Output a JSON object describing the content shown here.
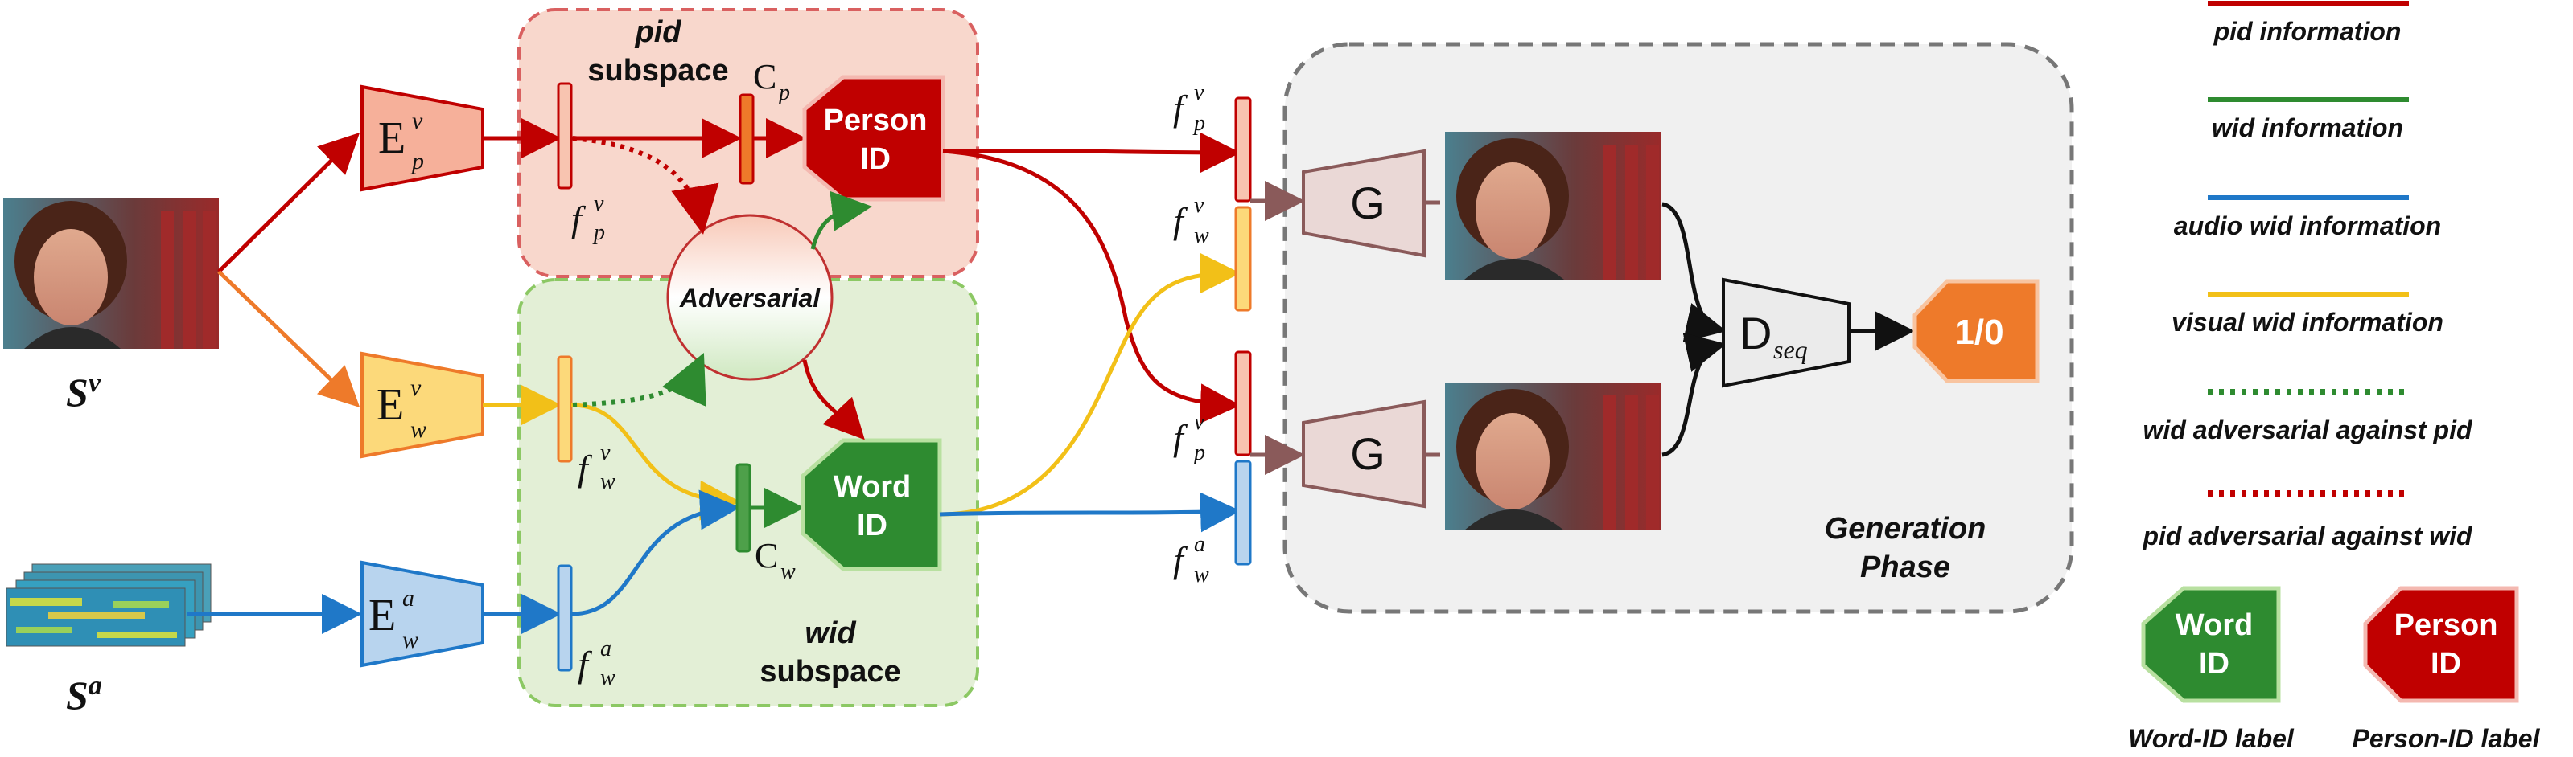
{
  "inputs": {
    "visual_label": "S",
    "visual_sup": "v",
    "audio_label": "S",
    "audio_sup": "a"
  },
  "encoders": {
    "pid_encoder": {
      "main": "E",
      "sup": "v",
      "sub": "p"
    },
    "wid_visual_encoder": {
      "main": "E",
      "sup": "v",
      "sub": "w"
    },
    "wid_audio_encoder": {
      "main": "E",
      "sup": "a",
      "sub": "w"
    }
  },
  "features": {
    "f_p_v": {
      "main": "f",
      "sup": "v",
      "sub": "p"
    },
    "f_w_v": {
      "main": "f",
      "sup": "v",
      "sub": "w"
    },
    "f_w_a": {
      "main": "f",
      "sup": "a",
      "sub": "w"
    }
  },
  "classifiers": {
    "c_p": {
      "main": "C",
      "sub": "p"
    },
    "c_w": {
      "main": "C",
      "sub": "w"
    }
  },
  "subspaces": {
    "pid": {
      "line1": "pid",
      "line2": "subspace"
    },
    "wid": {
      "line1": "wid",
      "line2": "subspace"
    }
  },
  "adversarial_label": "Adversarial",
  "id_boxes": {
    "person": {
      "line1": "Person",
      "line2": "ID"
    },
    "word": {
      "line1": "Word",
      "line2": "ID"
    }
  },
  "generation": {
    "generator": "G",
    "discriminator_main": "D",
    "discriminator_sub": "seq",
    "output": "1/0",
    "phase_line1": "Generation",
    "phase_line2": "Phase"
  },
  "legend": {
    "items": [
      {
        "label": "pid information",
        "color": "#c00000",
        "style": "solid"
      },
      {
        "label": "wid information",
        "color": "#2e8b30",
        "style": "solid"
      },
      {
        "label": "audio wid information",
        "color": "#1f78c8",
        "style": "solid"
      },
      {
        "label": "visual wid information",
        "color": "#f2c018",
        "style": "solid"
      },
      {
        "label": "wid adversarial against pid",
        "color": "#2e8b30",
        "style": "dotted"
      },
      {
        "label": "pid adversarial against wid",
        "color": "#c00000",
        "style": "dotted"
      }
    ],
    "word_label": {
      "line1": "Word",
      "line2": "ID",
      "caption": "Word-ID label"
    },
    "person_label": {
      "line1": "Person",
      "line2": "ID",
      "caption": "Person-ID label"
    }
  },
  "colors": {
    "pid": "#c00000",
    "wid": "#2e8b30",
    "audio": "#1f78c8",
    "visual": "#f2c018",
    "orange": "#ee7a2a"
  }
}
